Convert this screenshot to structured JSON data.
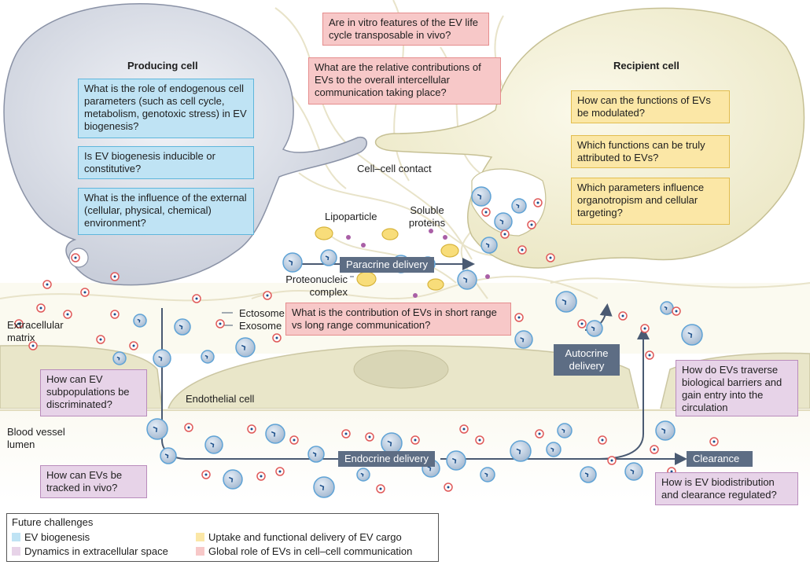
{
  "producing_cell": {
    "title": "Producing cell",
    "q1": "What is the role of endogenous cell parameters (such as cell cycle, metabolism, genotoxic stress) in EV biogenesis?",
    "q2": "Is EV biogenesis inducible or constitutive?",
    "q3": "What is the influence of the external (cellular, physical, chemical) environment?"
  },
  "recipient_cell": {
    "title": "Recipient cell",
    "q1": "How can the functions of EVs be modulated?",
    "q2": "Which functions can be truly attributed to EVs?",
    "q3": "Which parameters influence organotropism and cellular targeting?"
  },
  "global": {
    "q1": "Are in vitro features of the EV life cycle transposable in vivo?",
    "q2": "What are the relative contributions of EVs to the overall intercellular communication taking place?",
    "q3": "What is the contribution of EVs in short range vs long range communication?"
  },
  "dynamics": {
    "q1": "How can EV subpopulations be discriminated?",
    "q2": "How can EVs be tracked in vivo?",
    "q3": "How do EVs traverse biological barriers and gain entry into the circulation",
    "q4": "How is EV biodistribution and clearance regulated?"
  },
  "labels": {
    "cell_contact": "Cell–cell contact",
    "lipoparticle": "Lipoparticle",
    "soluble": "Soluble proteins",
    "proteonucleic": "Proteonucleic complex",
    "ectosome": "Ectosome",
    "exosome": "Exosome",
    "ecm": "Extracellular matrix",
    "endothelial": "Endothelial cell",
    "blood_vessel": "Blood vessel lumen"
  },
  "delivery": {
    "paracrine": "Paracrine delivery",
    "autocrine": "Autocrine delivery",
    "endocrine": "Endocrine delivery",
    "clearance": "Clearance"
  },
  "legend": {
    "title": "Future challenges",
    "items": [
      {
        "label": "EV biogenesis",
        "color": "#bfe3f4"
      },
      {
        "label": "Dynamics in extracellular space",
        "color": "#e7d3e8"
      },
      {
        "label": "Uptake and functional delivery of EV cargo",
        "color": "#fbe7a6"
      },
      {
        "label": "Global role of EVs in cell–cell communication",
        "color": "#f7c8c8"
      }
    ]
  }
}
